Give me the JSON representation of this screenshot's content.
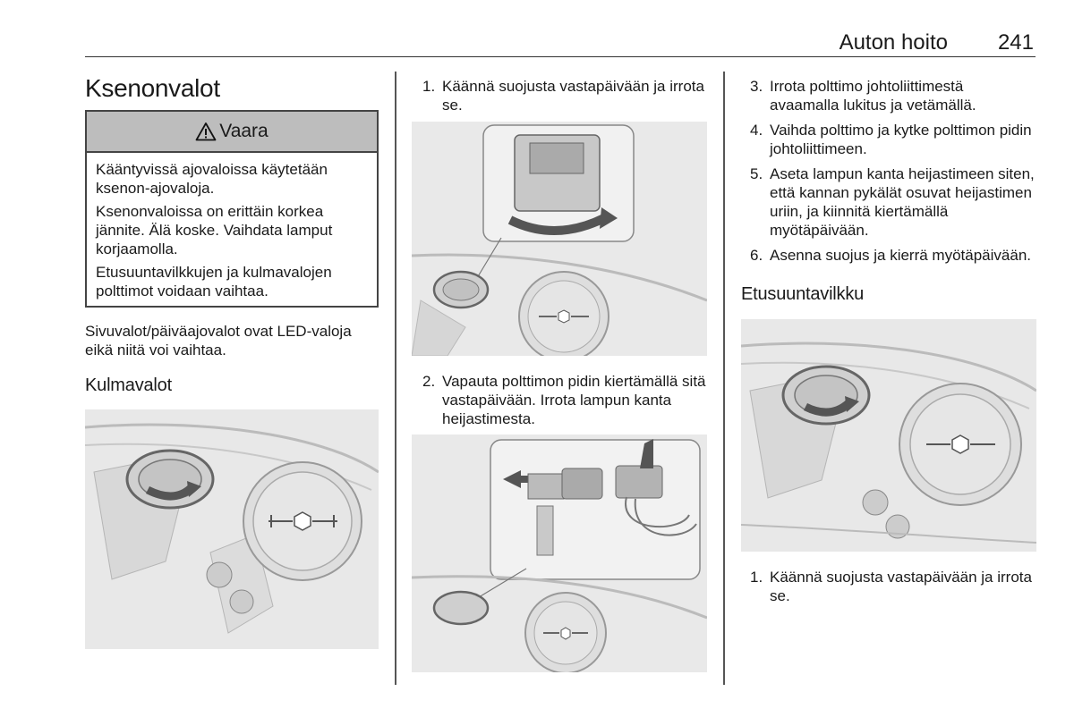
{
  "header": {
    "section": "Auton hoito",
    "page": "241"
  },
  "col1": {
    "title": "Ksenonvalot",
    "warning": {
      "heading": "Vaara",
      "paragraphs": [
        "Kääntyvissä ajovaloissa käyte­tään ksenon-ajovaloja.",
        "Ksenonvaloissa on erittäin korkea jännite. Älä koske. Vaihdata lam­put korjaamolla.",
        "Etusuuntavilkkujen ja kulmavalo­jen polttimot voidaan vaihtaa."
      ]
    },
    "paragraph": "Sivuvalot/päiväajovalot ovat LED-va­loja eikä niitä voi vaihtaa.",
    "subheading": "Kulmavalot"
  },
  "col2": {
    "steps": [
      {
        "num": "1.",
        "text": "Käännä suojusta vastapäivään ja irrota se."
      },
      {
        "num": "2.",
        "text": "Vapauta polttimon pidin kiertä­mällä sitä vastapäivään. Irrota lampun kanta heijastimesta."
      }
    ]
  },
  "col3": {
    "steps": [
      {
        "num": "3.",
        "text": "Irrota polttimo johtoliittimestä avaamalla lukitus ja vetämällä."
      },
      {
        "num": "4.",
        "text": "Vaihda polttimo ja kytke polttimon pidin johtoliittimeen."
      },
      {
        "num": "5.",
        "text": "Aseta lampun kanta heijastimeen siten, että kannan pykälät osuvat heijastimen uriin, ja kiinnitä kier­tämällä myötäpäivään."
      },
      {
        "num": "6.",
        "text": "Asenna suojus ja kierrä myötäpäi­vään."
      }
    ],
    "subheading": "Etusuuntavilkku",
    "steps2": [
      {
        "num": "1.",
        "text": "Käännä suojusta vastapäivään ja irrota se."
      }
    ]
  },
  "icons": {
    "warning": "warning-triangle-icon",
    "arrow": "rotate-arrow-icon"
  }
}
